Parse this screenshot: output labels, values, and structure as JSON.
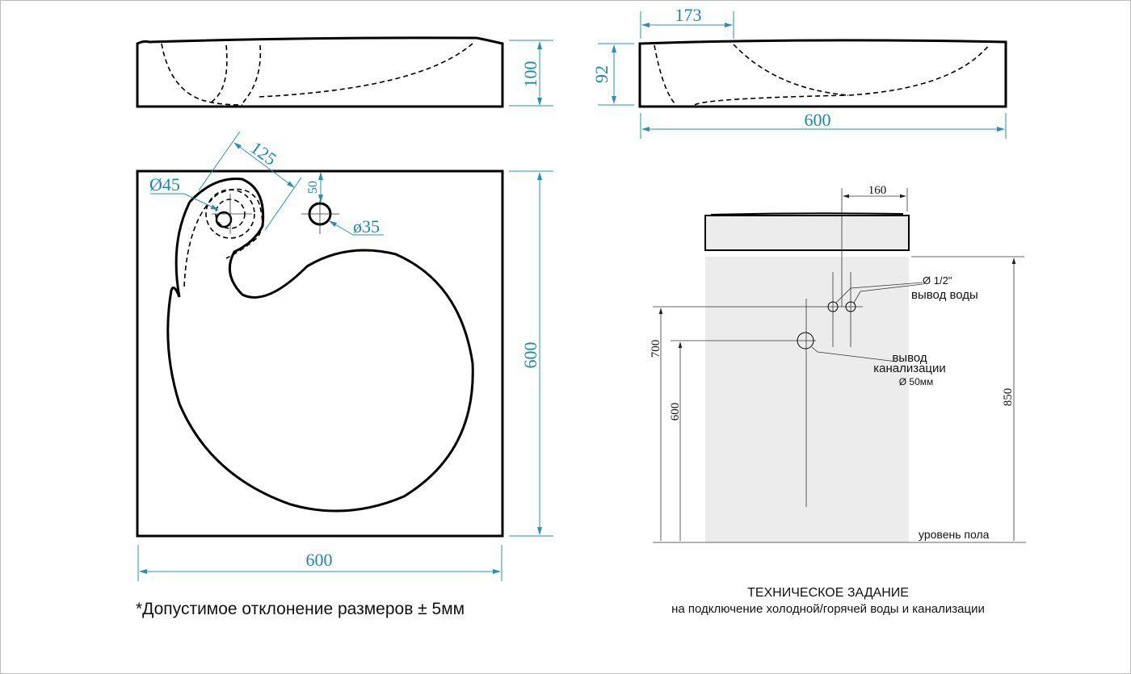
{
  "front_view": {
    "height_dim": "100"
  },
  "side_view": {
    "offset_dim": "173",
    "height_dim": "92",
    "width_dim": "600"
  },
  "plan_view": {
    "depth_dim": "600",
    "width_dim": "600",
    "mixer_distance_dim": "125",
    "drain_diameter_dim": "Ø45",
    "tap_hole_diameter_dim": "ø35",
    "tap_hole_offset_dim": "50"
  },
  "installation": {
    "offset_dim": "160",
    "water_outlet_diameter": "Ø 1/2\"",
    "water_outlet_label": "вывод воды",
    "drain_label_line1": "вывод",
    "drain_label_line2": "канализации",
    "drain_diameter": "Ø 50мм",
    "water_height_dim": "700",
    "drain_height_dim": "600",
    "countertop_height_dim": "850",
    "floor_label": "уровень пола"
  },
  "tolerance_note": "*Допустимое отклонение размеров ± 5мм",
  "spec_title": "ТЕХНИЧЕСКОЕ ЗАДАНИЕ",
  "spec_subtitle": "на подключение холодной/горячей воды и канализации",
  "colors": {
    "dimension": "#1b86b0",
    "install_zone": "#ececec"
  }
}
